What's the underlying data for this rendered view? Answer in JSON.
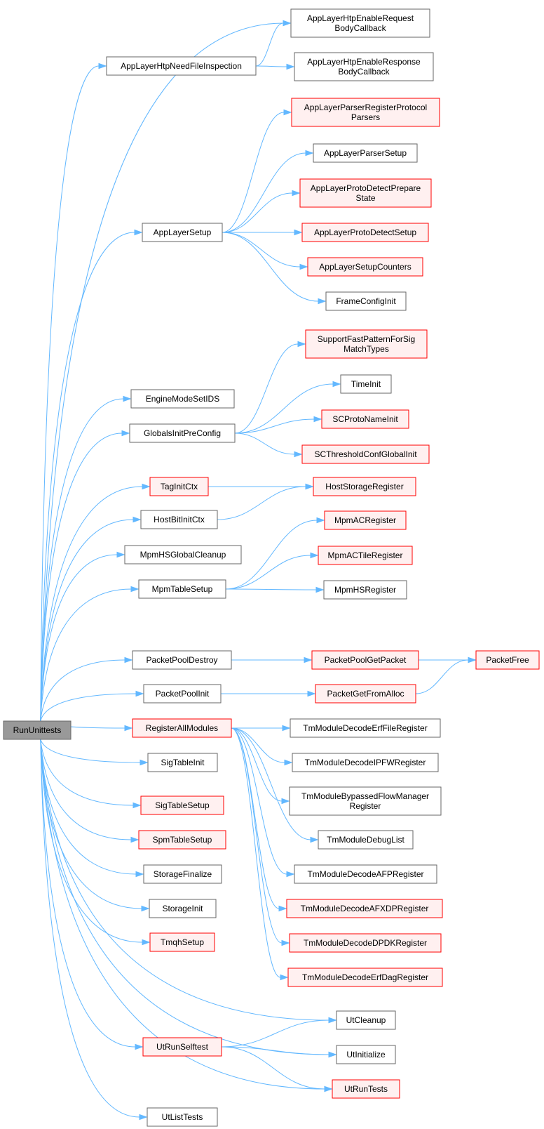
{
  "colors": {
    "edge": "#63b8ff",
    "normal_border": "#666666",
    "normal_fill": "#ffffff",
    "truncated_border": "#ff0000",
    "truncated_fill": "#fff0f0",
    "root_border": "#666666",
    "root_fill": "#999999"
  },
  "nodes": {
    "RunUnittests": {
      "lines": [
        "RunUnittests"
      ],
      "style": "root"
    },
    "AppLayerHtpEnableRequestBodyCallback": {
      "lines": [
        "AppLayerHtpEnableRequest",
        "BodyCallback"
      ],
      "style": "normal"
    },
    "AppLayerHtpNeedFileInspection": {
      "lines": [
        "AppLayerHtpNeedFileInspection"
      ],
      "style": "normal"
    },
    "AppLayerHtpEnableResponseBodyCallback": {
      "lines": [
        "AppLayerHtpEnableResponse",
        "BodyCallback"
      ],
      "style": "normal"
    },
    "AppLayerParserRegisterProtocolParsers": {
      "lines": [
        "AppLayerParserRegisterProtocol",
        "Parsers"
      ],
      "style": "truncated"
    },
    "AppLayerParserSetup": {
      "lines": [
        "AppLayerParserSetup"
      ],
      "style": "normal"
    },
    "AppLayerProtoDetectPrepareState": {
      "lines": [
        "AppLayerProtoDetectPrepare",
        "State"
      ],
      "style": "truncated"
    },
    "AppLayerSetup": {
      "lines": [
        "AppLayerSetup"
      ],
      "style": "normal"
    },
    "AppLayerProtoDetectSetup": {
      "lines": [
        "AppLayerProtoDetectSetup"
      ],
      "style": "truncated"
    },
    "AppLayerSetupCounters": {
      "lines": [
        "AppLayerSetupCounters"
      ],
      "style": "truncated"
    },
    "FrameConfigInit": {
      "lines": [
        "FrameConfigInit"
      ],
      "style": "normal"
    },
    "SupportFastPatternForSigMatchTypes": {
      "lines": [
        "SupportFastPatternForSig",
        "MatchTypes"
      ],
      "style": "truncated"
    },
    "TimeInit": {
      "lines": [
        "TimeInit"
      ],
      "style": "normal"
    },
    "EngineModeSetIDS": {
      "lines": [
        "EngineModeSetIDS"
      ],
      "style": "normal"
    },
    "SCProtoNameInit": {
      "lines": [
        "SCProtoNameInit"
      ],
      "style": "truncated"
    },
    "GlobalsInitPreConfig": {
      "lines": [
        "GlobalsInitPreConfig"
      ],
      "style": "normal"
    },
    "SCThresholdConfGlobalInit": {
      "lines": [
        "SCThresholdConfGlobalInit"
      ],
      "style": "truncated"
    },
    "TagInitCtx": {
      "lines": [
        "TagInitCtx"
      ],
      "style": "truncated"
    },
    "HostStorageRegister": {
      "lines": [
        "HostStorageRegister"
      ],
      "style": "truncated"
    },
    "HostBitInitCtx": {
      "lines": [
        "HostBitInitCtx"
      ],
      "style": "normal"
    },
    "MpmACRegister": {
      "lines": [
        "MpmACRegister"
      ],
      "style": "truncated"
    },
    "MpmHSGlobalCleanup": {
      "lines": [
        "MpmHSGlobalCleanup"
      ],
      "style": "normal"
    },
    "MpmACTileRegister": {
      "lines": [
        "MpmACTileRegister"
      ],
      "style": "truncated"
    },
    "MpmTableSetup": {
      "lines": [
        "MpmTableSetup"
      ],
      "style": "normal"
    },
    "MpmHSRegister": {
      "lines": [
        "MpmHSRegister"
      ],
      "style": "normal"
    },
    "PacketPoolDestroy": {
      "lines": [
        "PacketPoolDestroy"
      ],
      "style": "normal"
    },
    "PacketPoolGetPacket": {
      "lines": [
        "PacketPoolGetPacket"
      ],
      "style": "truncated"
    },
    "PacketFree": {
      "lines": [
        "PacketFree"
      ],
      "style": "truncated"
    },
    "PacketPoolInit": {
      "lines": [
        "PacketPoolInit"
      ],
      "style": "normal"
    },
    "PacketGetFromAlloc": {
      "lines": [
        "PacketGetFromAlloc"
      ],
      "style": "truncated"
    },
    "RegisterAllModules": {
      "lines": [
        "RegisterAllModules"
      ],
      "style": "truncated"
    },
    "TmModuleDecodeErfFileRegister": {
      "lines": [
        "TmModuleDecodeErfFileRegister"
      ],
      "style": "normal"
    },
    "SigTableInit": {
      "lines": [
        "SigTableInit"
      ],
      "style": "normal"
    },
    "TmModuleDecodeIPFWRegister": {
      "lines": [
        "TmModuleDecodeIPFWRegister"
      ],
      "style": "normal"
    },
    "SigTableSetup": {
      "lines": [
        "SigTableSetup"
      ],
      "style": "truncated"
    },
    "TmModuleBypassedFlowManagerRegister": {
      "lines": [
        "TmModuleBypassedFlowManager",
        "Register"
      ],
      "style": "normal"
    },
    "SpmTableSetup": {
      "lines": [
        "SpmTableSetup"
      ],
      "style": "truncated"
    },
    "TmModuleDebugList": {
      "lines": [
        "TmModuleDebugList"
      ],
      "style": "normal"
    },
    "StorageFinalize": {
      "lines": [
        "StorageFinalize"
      ],
      "style": "normal"
    },
    "TmModuleDecodeAFPRegister": {
      "lines": [
        "TmModuleDecodeAFPRegister"
      ],
      "style": "normal"
    },
    "StorageInit": {
      "lines": [
        "StorageInit"
      ],
      "style": "normal"
    },
    "TmModuleDecodeAFXDPRegister": {
      "lines": [
        "TmModuleDecodeAFXDPRegister"
      ],
      "style": "truncated"
    },
    "TmqhSetup": {
      "lines": [
        "TmqhSetup"
      ],
      "style": "truncated"
    },
    "TmModuleDecodeDPDKRegister": {
      "lines": [
        "TmModuleDecodeDPDKRegister"
      ],
      "style": "truncated"
    },
    "TmModuleDecodeErfDagRegister": {
      "lines": [
        "TmModuleDecodeErfDagRegister"
      ],
      "style": "truncated"
    },
    "UtCleanup": {
      "lines": [
        "UtCleanup"
      ],
      "style": "normal"
    },
    "UtRunSelftest": {
      "lines": [
        "UtRunSelftest"
      ],
      "style": "truncated"
    },
    "UtInitialize": {
      "lines": [
        "UtInitialize"
      ],
      "style": "normal"
    },
    "UtRunTests": {
      "lines": [
        "UtRunTests"
      ],
      "style": "truncated"
    },
    "UtListTests": {
      "lines": [
        "UtListTests"
      ],
      "style": "normal"
    }
  },
  "edges": [
    [
      "RunUnittests",
      "AppLayerHtpEnableRequestBodyCallback"
    ],
    [
      "RunUnittests",
      "AppLayerHtpNeedFileInspection"
    ],
    [
      "RunUnittests",
      "AppLayerSetup"
    ],
    [
      "RunUnittests",
      "EngineModeSetIDS"
    ],
    [
      "RunUnittests",
      "GlobalsInitPreConfig"
    ],
    [
      "RunUnittests",
      "TagInitCtx"
    ],
    [
      "RunUnittests",
      "HostBitInitCtx"
    ],
    [
      "RunUnittests",
      "MpmHSGlobalCleanup"
    ],
    [
      "RunUnittests",
      "MpmTableSetup"
    ],
    [
      "RunUnittests",
      "PacketPoolDestroy"
    ],
    [
      "RunUnittests",
      "PacketPoolInit"
    ],
    [
      "RunUnittests",
      "RegisterAllModules"
    ],
    [
      "RunUnittests",
      "SigTableInit"
    ],
    [
      "RunUnittests",
      "SigTableSetup"
    ],
    [
      "RunUnittests",
      "SpmTableSetup"
    ],
    [
      "RunUnittests",
      "StorageFinalize"
    ],
    [
      "RunUnittests",
      "StorageInit"
    ],
    [
      "RunUnittests",
      "TmqhSetup"
    ],
    [
      "RunUnittests",
      "UtCleanup"
    ],
    [
      "RunUnittests",
      "UtInitialize"
    ],
    [
      "RunUnittests",
      "UtRunSelftest"
    ],
    [
      "RunUnittests",
      "UtRunTests"
    ],
    [
      "RunUnittests",
      "UtListTests"
    ],
    [
      "AppLayerHtpNeedFileInspection",
      "AppLayerHtpEnableRequestBodyCallback"
    ],
    [
      "AppLayerHtpNeedFileInspection",
      "AppLayerHtpEnableResponseBodyCallback"
    ],
    [
      "AppLayerSetup",
      "AppLayerParserRegisterProtocolParsers"
    ],
    [
      "AppLayerSetup",
      "AppLayerParserSetup"
    ],
    [
      "AppLayerSetup",
      "AppLayerProtoDetectPrepareState"
    ],
    [
      "AppLayerSetup",
      "AppLayerProtoDetectSetup"
    ],
    [
      "AppLayerSetup",
      "AppLayerSetupCounters"
    ],
    [
      "AppLayerSetup",
      "FrameConfigInit"
    ],
    [
      "GlobalsInitPreConfig",
      "SupportFastPatternForSigMatchTypes"
    ],
    [
      "GlobalsInitPreConfig",
      "TimeInit"
    ],
    [
      "GlobalsInitPreConfig",
      "SCProtoNameInit"
    ],
    [
      "GlobalsInitPreConfig",
      "SCThresholdConfGlobalInit"
    ],
    [
      "TagInitCtx",
      "HostStorageRegister"
    ],
    [
      "HostBitInitCtx",
      "HostStorageRegister"
    ],
    [
      "MpmTableSetup",
      "MpmACRegister"
    ],
    [
      "MpmTableSetup",
      "MpmACTileRegister"
    ],
    [
      "MpmTableSetup",
      "MpmHSRegister"
    ],
    [
      "PacketPoolDestroy",
      "PacketPoolGetPacket"
    ],
    [
      "PacketPoolDestroy",
      "PacketFree"
    ],
    [
      "PacketPoolInit",
      "PacketGetFromAlloc"
    ],
    [
      "PacketGetFromAlloc",
      "PacketFree"
    ],
    [
      "RegisterAllModules",
      "TmModuleDecodeErfFileRegister"
    ],
    [
      "RegisterAllModules",
      "TmModuleDecodeIPFWRegister"
    ],
    [
      "RegisterAllModules",
      "TmModuleBypassedFlowManagerRegister"
    ],
    [
      "RegisterAllModules",
      "TmModuleDebugList"
    ],
    [
      "RegisterAllModules",
      "TmModuleDecodeAFPRegister"
    ],
    [
      "RegisterAllModules",
      "TmModuleDecodeAFXDPRegister"
    ],
    [
      "RegisterAllModules",
      "TmModuleDecodeDPDKRegister"
    ],
    [
      "RegisterAllModules",
      "TmModuleDecodeErfDagRegister"
    ],
    [
      "UtRunSelftest",
      "UtCleanup"
    ],
    [
      "UtRunSelftest",
      "UtInitialize"
    ],
    [
      "UtRunSelftest",
      "UtRunTests"
    ]
  ]
}
